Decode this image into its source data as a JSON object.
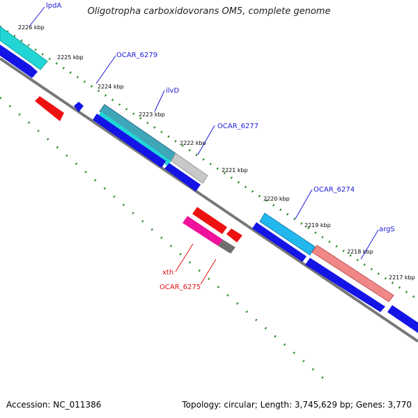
{
  "title": "Oligotropha carboxidovorans OM5, complete genome",
  "footer": {
    "accession": "Accession: NC_011386",
    "topology": "Topology: circular; Length: 3,745,629 bp; Genes: 3,770"
  },
  "kbp_ticks": [
    "2226 kbp",
    "2225 kbp",
    "2224 kbp",
    "2223 kbp",
    "2222 kbp",
    "2221 kbp",
    "2220 kbp",
    "2219 kbp",
    "2218 kbp",
    "2217 kbp"
  ],
  "gene_labels": [
    "lpdA",
    "OCAR_6279",
    "ilvD",
    "OCAR_6277",
    "OCAR_6274",
    "argS",
    "xth",
    "OCAR_6275"
  ],
  "colors": {
    "backbone": "#777777",
    "tick": "#2e8b2e",
    "cds": "#1414e6",
    "rna": "#ee1111"
  }
}
